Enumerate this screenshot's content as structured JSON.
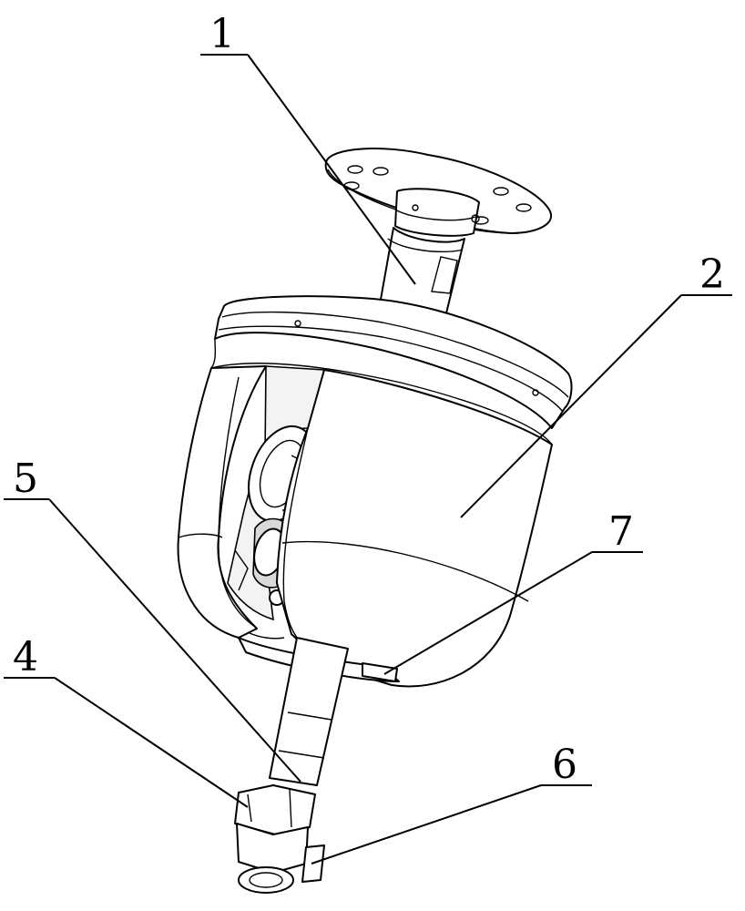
{
  "figure": {
    "callouts": [
      {
        "id": "1",
        "text": "1"
      },
      {
        "id": "2",
        "text": "2"
      },
      {
        "id": "5",
        "text": "5"
      },
      {
        "id": "7",
        "text": "7"
      },
      {
        "id": "4",
        "text": "4"
      },
      {
        "id": "6",
        "text": "6"
      }
    ]
  }
}
